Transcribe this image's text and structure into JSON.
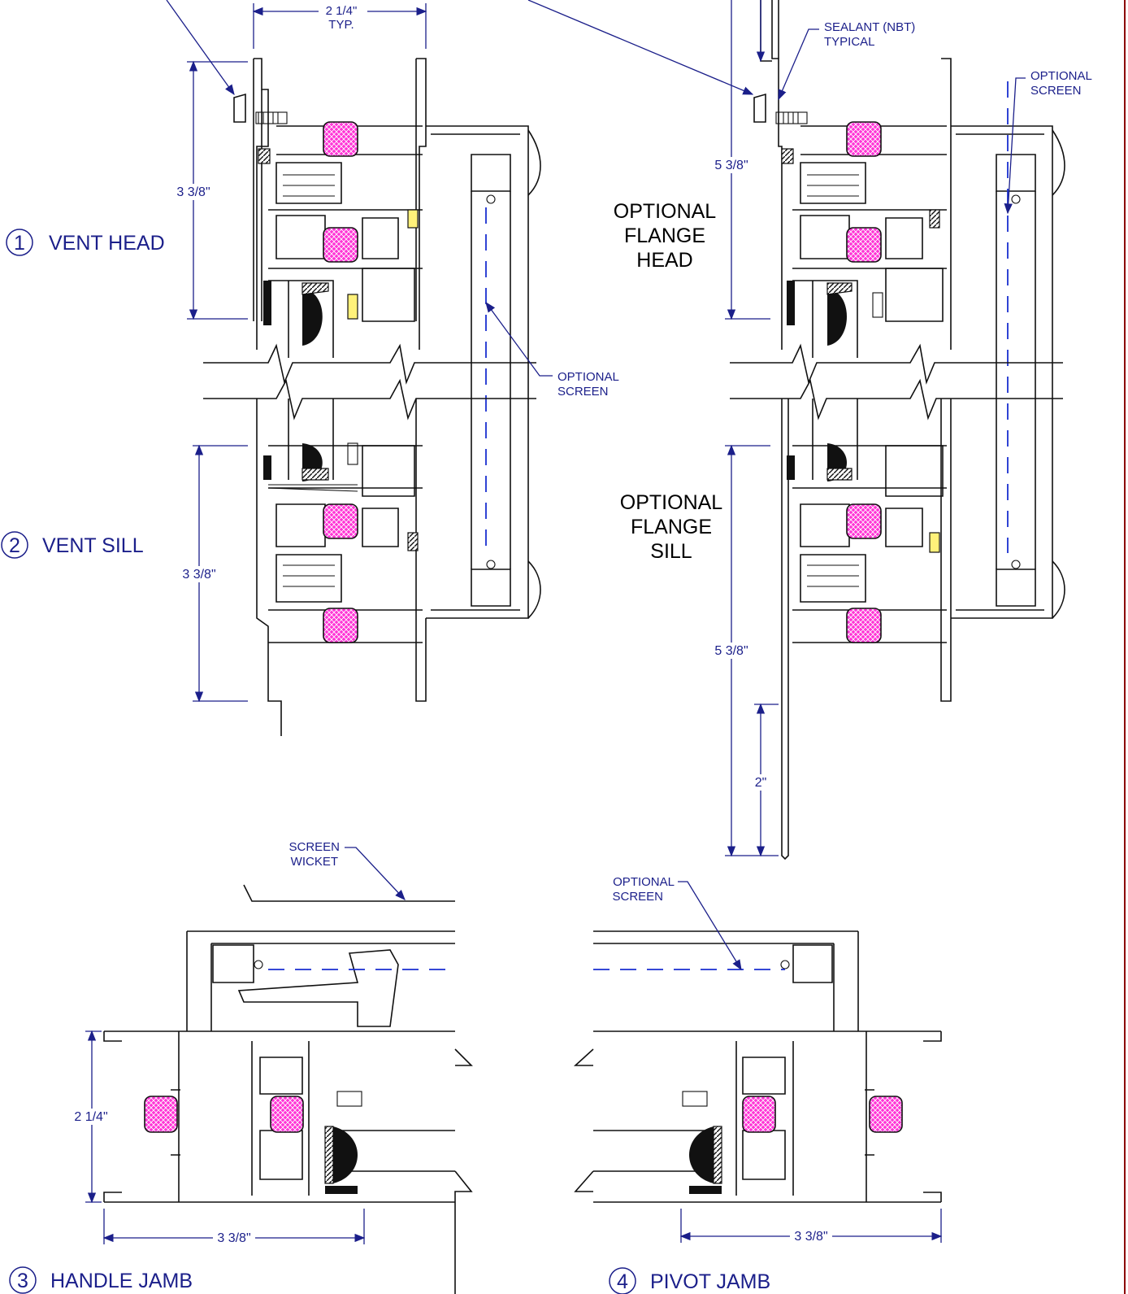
{
  "sheet": {
    "border_color": "#8b0000",
    "line_color": "#111111",
    "annotation_color": "#1b1f8a",
    "gasket_color": "#ff33d6",
    "screen_line_color": "#1a2fd0"
  },
  "details": {
    "vent_head": {
      "number": "1",
      "title": "VENT HEAD",
      "dim_height": "3 3/8\""
    },
    "vent_sill": {
      "number": "2",
      "title": "VENT SILL",
      "dim_height": "3 3/8\""
    },
    "handle_jamb": {
      "number": "3",
      "title": "HANDLE JAMB",
      "dim_depth": "3 3/8\"",
      "dim_height": "2 1/4\""
    },
    "pivot_jamb": {
      "number": "4",
      "title": "PIVOT JAMB",
      "dim_depth": "3 3/8\""
    }
  },
  "top_dimension": {
    "line1": "2 1/4\"",
    "line2": "TYP."
  },
  "flange": {
    "head_lines": [
      "OPTIONAL",
      "FLANGE",
      "HEAD"
    ],
    "sill_lines": [
      "OPTIONAL",
      "FLANGE",
      "SILL"
    ],
    "dim_head": "5 3/8\"",
    "dim_sill": "5 3/8\"",
    "dim_fin": "2\""
  },
  "notes": {
    "sealant": [
      "SEALANT (NBT)",
      "TYPICAL"
    ],
    "optional_screen": [
      "OPTIONAL",
      "SCREEN"
    ],
    "screen_wicket": [
      "SCREEN",
      "WICKET"
    ]
  }
}
